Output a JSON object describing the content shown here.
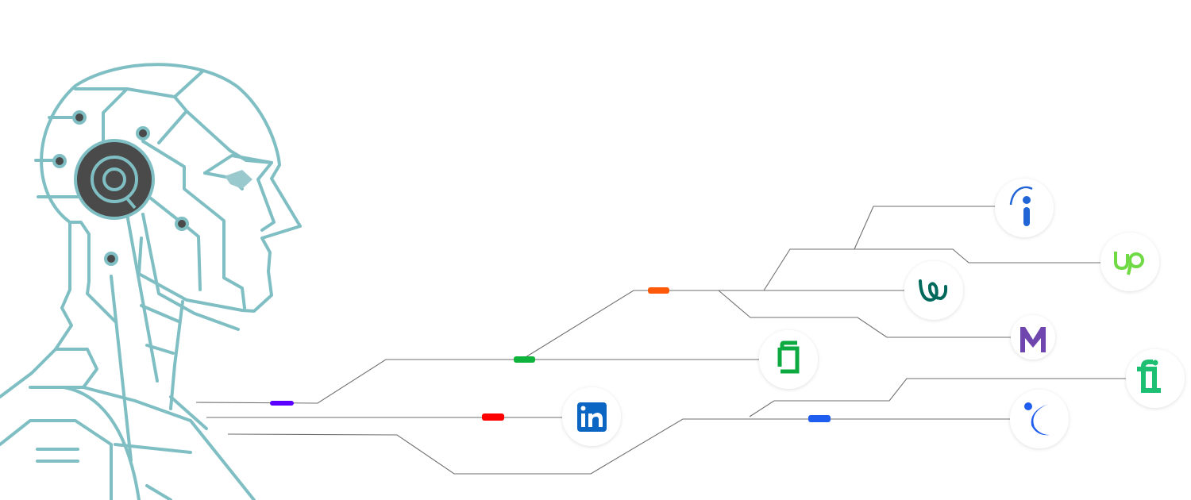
{
  "illustration": {
    "subject": "robot-head-network",
    "colors": {
      "head_stroke": "#7fbfc4",
      "head_dark": "#4a4a4a",
      "wire": "#6f6f6f"
    }
  },
  "connectors": [
    {
      "color": "#5b00ff"
    },
    {
      "color": "#0db33a"
    },
    {
      "color": "#ff5a0a"
    },
    {
      "color": "#ff0000"
    },
    {
      "color": "#1f5cf0"
    }
  ],
  "logos": [
    {
      "name": "indeed",
      "glyph": "i",
      "color": "#2164d6"
    },
    {
      "name": "upwork",
      "glyph": "up",
      "color": "#6fda44"
    },
    {
      "name": "welcome-to-the-jungle",
      "glyph": "w",
      "color": "#00695c"
    },
    {
      "name": "monster",
      "glyph": "M",
      "color": "#6e46ae"
    },
    {
      "name": "glassdoor",
      "glyph": "",
      "color": "#0caa41"
    },
    {
      "name": "linkedin",
      "glyph": "in",
      "color": "#0a66c2"
    },
    {
      "name": "fiverr",
      "glyph": "fi",
      "color": "#1dbf73"
    },
    {
      "name": "crossover",
      "glyph": "",
      "color": "#1f5cf0"
    }
  ]
}
